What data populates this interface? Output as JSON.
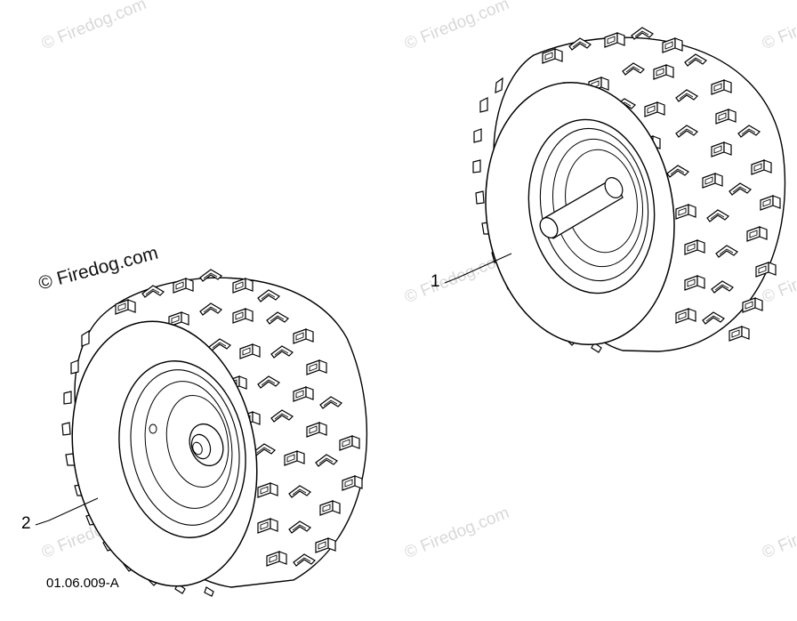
{
  "watermark": {
    "text": "© Firedog.com"
  },
  "copyright_text": "© Firedog.com",
  "callouts": [
    {
      "id": "1",
      "label": "1"
    },
    {
      "id": "2",
      "label": "2"
    }
  ],
  "figure_code": "01.06.009-A"
}
